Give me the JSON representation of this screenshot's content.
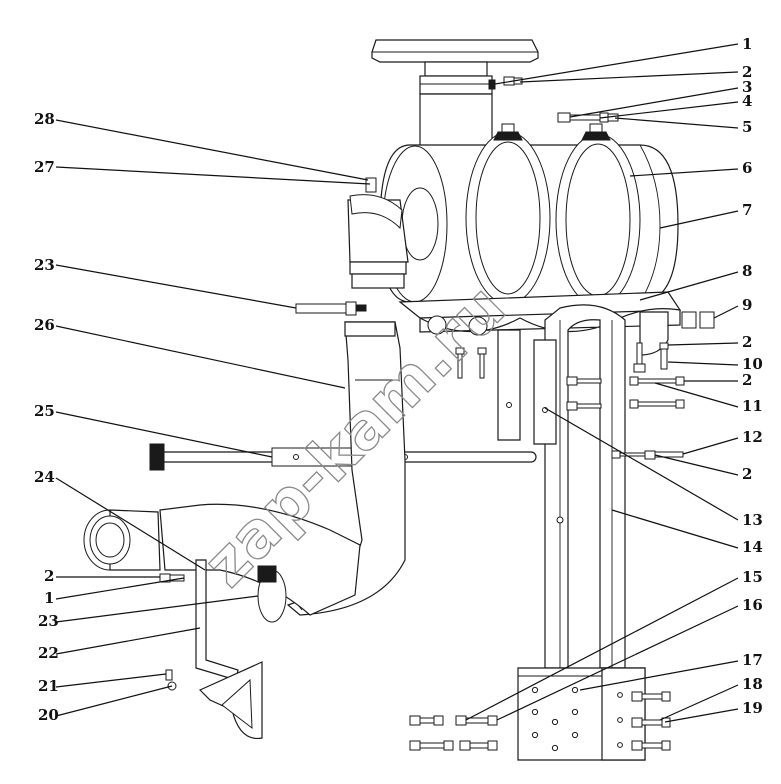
{
  "watermark": "zap-kam.ru",
  "callouts": [
    {
      "label": "1"
    },
    {
      "label": "2"
    },
    {
      "label": "3"
    },
    {
      "label": "4"
    },
    {
      "label": "5"
    },
    {
      "label": "6"
    },
    {
      "label": "7"
    },
    {
      "label": "8"
    },
    {
      "label": "9"
    },
    {
      "label": "2"
    },
    {
      "label": "10"
    },
    {
      "label": "2"
    },
    {
      "label": "11"
    },
    {
      "label": "12"
    },
    {
      "label": "2"
    },
    {
      "label": "13"
    },
    {
      "label": "14"
    },
    {
      "label": "15"
    },
    {
      "label": "16"
    },
    {
      "label": "17"
    },
    {
      "label": "18"
    },
    {
      "label": "19"
    },
    {
      "label": "28"
    },
    {
      "label": "27"
    },
    {
      "label": "23"
    },
    {
      "label": "26"
    },
    {
      "label": "25"
    },
    {
      "label": "24"
    },
    {
      "label": "2"
    },
    {
      "label": "1"
    },
    {
      "label": "23"
    },
    {
      "label": "22"
    },
    {
      "label": "21"
    },
    {
      "label": "20"
    }
  ]
}
